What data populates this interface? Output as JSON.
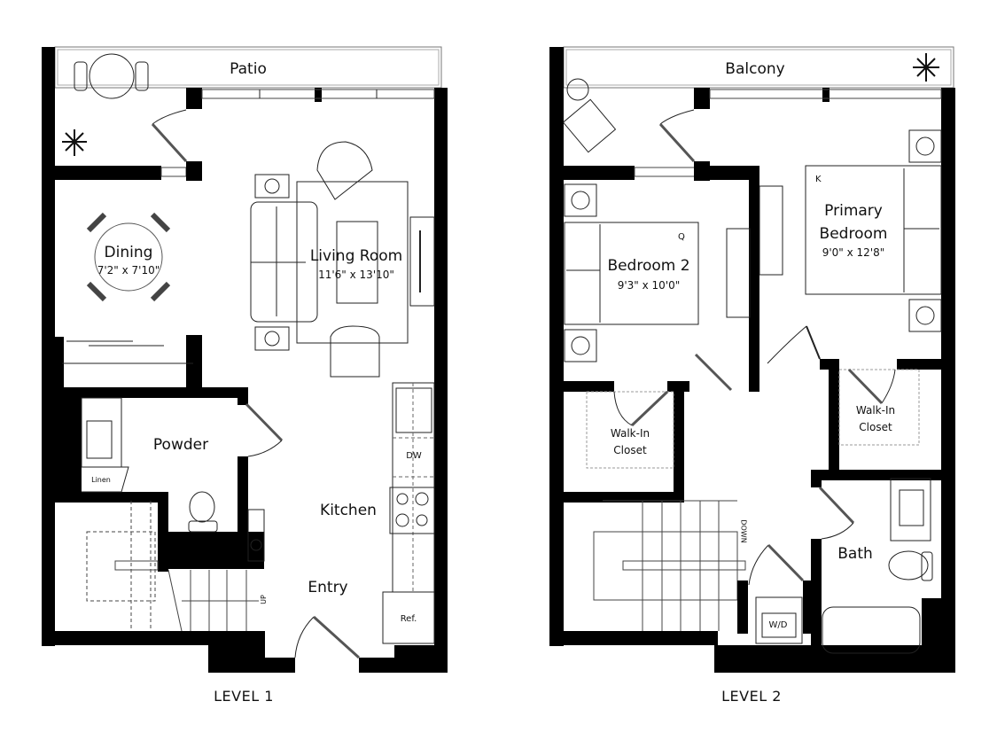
{
  "levels": [
    {
      "label": "LEVEL 1",
      "rooms": {
        "patio": {
          "name": "Patio"
        },
        "dining": {
          "name": "Dining",
          "dimensions": "7'2\" x 7'10\""
        },
        "living_room": {
          "name": "Living Room",
          "dimensions": "11'6\" x 13'10\""
        },
        "powder": {
          "name": "Powder"
        },
        "linen": {
          "name": "Linen"
        },
        "kitchen": {
          "name": "Kitchen"
        },
        "entry": {
          "name": "Entry"
        }
      },
      "fixtures": {
        "dishwasher": "DW",
        "refrigerator": "Ref.",
        "stairs_direction": "UP"
      }
    },
    {
      "label": "LEVEL 2",
      "rooms": {
        "balcony": {
          "name": "Balcony"
        },
        "bedroom_2": {
          "name": "Bedroom 2",
          "dimensions": "9'3\" x 10'0\"",
          "bed_size": "Q"
        },
        "primary_bedroom": {
          "name_line1": "Primary",
          "name_line2": "Bedroom",
          "dimensions": "9'0\" x 12'8\"",
          "bed_size": "K"
        },
        "walk_in_closet_1": {
          "line1": "Walk-In",
          "line2": "Closet"
        },
        "walk_in_closet_2": {
          "line1": "Walk-In",
          "line2": "Closet"
        },
        "bath": {
          "name": "Bath"
        }
      },
      "fixtures": {
        "washer_dryer": "W/D",
        "stairs_direction": "DOWN"
      }
    }
  ],
  "colors": {
    "wall": "#000000",
    "line": "#333333",
    "background": "#ffffff",
    "dashed": "#888888"
  }
}
